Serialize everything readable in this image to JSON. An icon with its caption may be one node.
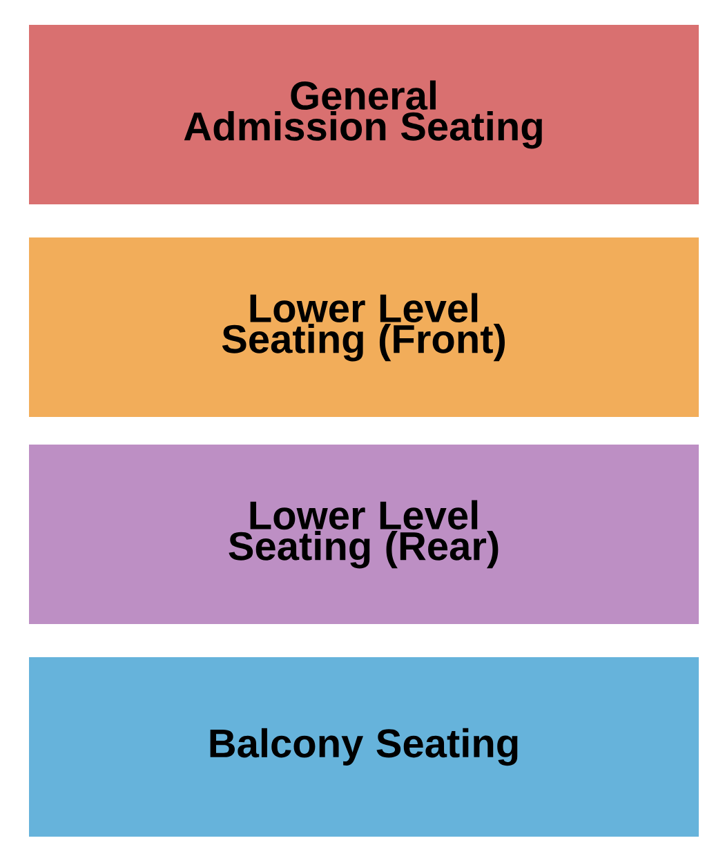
{
  "diagram": {
    "nodes": [
      {
        "text": [
          "General Admission Seating"
        ]
      },
      {
        "text": [
          "Lower Level Seating (Front)"
        ]
      },
      {
        "text": [
          "Lower Level Seating (Rear)"
        ]
      },
      {
        "text": [
          "Balcony Seating"
        ]
      }
    ]
  }
}
